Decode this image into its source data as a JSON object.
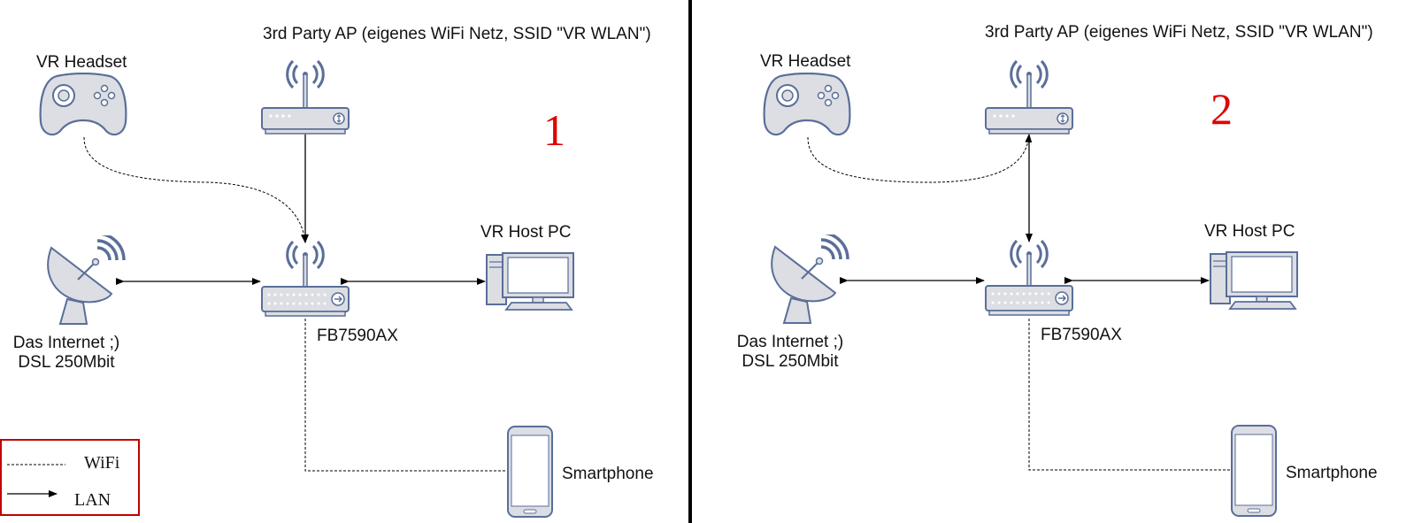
{
  "panels": [
    {
      "number": "1",
      "ap_label": "3rd Party AP (eigenes WiFi Netz, SSID \"VR WLAN\")",
      "headset_label": "VR Headset",
      "router_label": "FB7590AX",
      "host_label": "VR Host PC",
      "internet_label_1": "Das Internet ;)",
      "internet_label_2": "DSL 250Mbit",
      "smartphone_label": "Smartphone"
    },
    {
      "number": "2",
      "ap_label": "3rd Party AP (eigenes WiFi Netz, SSID \"VR WLAN\")",
      "headset_label": "VR Headset",
      "router_label": "FB7590AX",
      "host_label": "VR Host PC",
      "internet_label_1": "Das Internet ;)",
      "internet_label_2": "DSL 250Mbit",
      "smartphone_label": "Smartphone"
    }
  ],
  "legend": {
    "wifi_label": "WiFi",
    "lan_label": "LAN"
  },
  "colors": {
    "icon_fill": "#dcdee3",
    "icon_stroke": "#5a6e99",
    "number": "#e00000",
    "legend_border": "#c00000"
  }
}
